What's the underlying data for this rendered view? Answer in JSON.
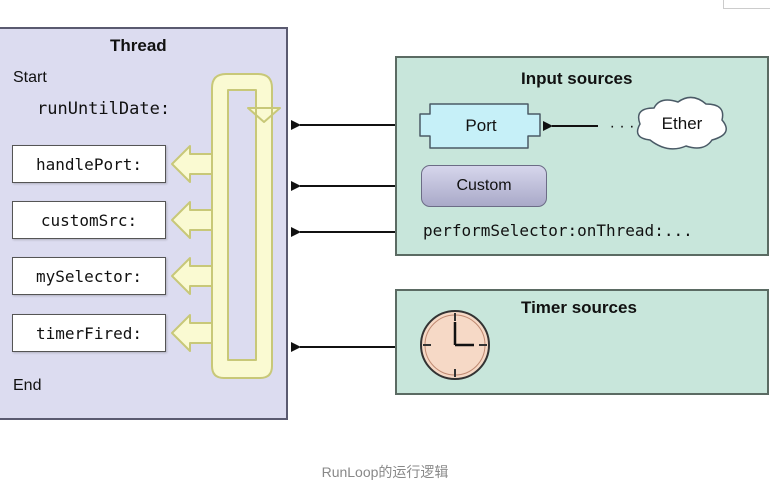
{
  "thread": {
    "title": "Thread",
    "start_label": "Start",
    "run_label": "runUntilDate:",
    "end_label": "End",
    "handlers": [
      "handlePort:",
      "customSrc:",
      "mySelector:",
      "timerFired:"
    ]
  },
  "input_sources": {
    "title": "Input sources",
    "port_label": "Port",
    "ether_label": "Ether",
    "dots": "· · ·",
    "custom_label": "Custom",
    "perform_selector": "performSelector:onThread:..."
  },
  "timer_sources": {
    "title": "Timer sources",
    "clock_icon": "clock-icon"
  },
  "caption": "RunLoop的运行逻辑",
  "colors": {
    "thread_bg": "#dcdcf0",
    "source_bg": "#c8e6db",
    "loop_fill": "#fafad2",
    "loop_stroke": "#c8c878",
    "clock_face": "#f6d9c6"
  }
}
